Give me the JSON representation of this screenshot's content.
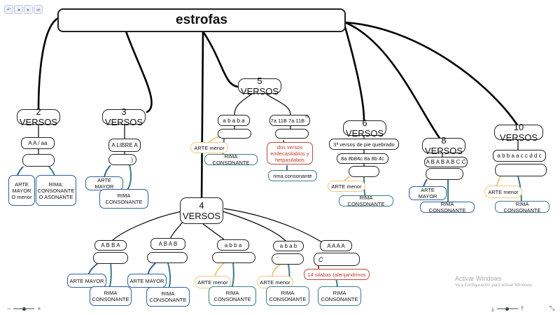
{
  "title": "estrofas",
  "toolbar": {
    "undo": "↶",
    "back": "◂",
    "play": "▸",
    "forward": "⇒"
  },
  "branches": {
    "b2": {
      "label": "2 VERSOS",
      "scheme": "A A / aa",
      "arte": "ARTE MAYOR O menor",
      "rima": "RIMA: CONSONANTE O ASONANTE"
    },
    "b3": {
      "label": "3 VERSOS",
      "scheme": "A LIBRE A",
      "mark": ")",
      "arte": "ARTE MAYOR",
      "rima": "RIMA CONSONANTE"
    },
    "b5": {
      "label": "5 VERSOS",
      "left": {
        "scheme": "a b a b a",
        "mark": "‘",
        "arte": "ARTE menor",
        "rima": "RIMA CONSONANTE"
      },
      "right": {
        "scheme": "7a 11B 7a 11B",
        "sup": "7B",
        "desc": "dos versos endecasilablos y hetpasilabos",
        "rima": "rima consonante"
      }
    },
    "b6": {
      "label": "6 VERSOS",
      "desc": "3ª versos de pie quebrado",
      "scheme": "8a 8b84c 8a 8b 4c",
      "arte": "ARTE menor",
      "rima": "RIMA CONSONANTE"
    },
    "b8": {
      "label": "8 VERSOS",
      "scheme": "A B A B A B C C",
      "arte": "ARTE MAYOR",
      "rima": "RIMA CONSONANTE"
    },
    "b10": {
      "label": "10 VERSOS",
      "scheme": "a b b a a c c d d c",
      "arte": "ARTE menor",
      "rima": "RIMA CONSONANTE"
    },
    "b4": {
      "label": "4 VERSOS",
      "c1": {
        "scheme": "A B B A",
        "arte": "ARTE MAYOR",
        "rima": "RIMA CONSONANTE"
      },
      "c2": {
        "scheme": "A B A B",
        "arte": "ARTE MAYOR",
        "rima": "RIMA CONSONANTE"
      },
      "c3": {
        "scheme": "a b b a",
        "arte": "ARTE menor",
        "rima": "RIMA CONSONANTE"
      },
      "c4": {
        "scheme": "a b a b",
        "mark": "’",
        "arte": "ARTE menor",
        "rima": "RIMA CONSONANTE"
      },
      "c5": {
        "scheme": "A A A A",
        "mark": "C",
        "desc": "14 silabas (alenjandrinos",
        "rima": "RIMA CONSONANTE"
      }
    }
  },
  "watermark": {
    "line1": "Activar Windows",
    "line2": "Ve a Configuración para activar Windows."
  },
  "zoom": {
    "minus": "−",
    "plus": "+",
    "level": 0.5
  }
}
